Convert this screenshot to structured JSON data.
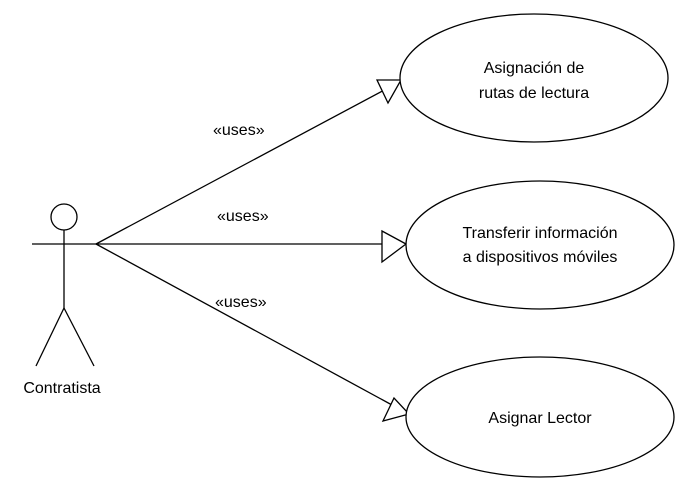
{
  "actor": {
    "name": "Contratista"
  },
  "use_cases": [
    {
      "id": "uc1",
      "line1": "Asignación de",
      "line2": "rutas de lectura"
    },
    {
      "id": "uc2",
      "line1": "Transferir información",
      "line2": "a dispositivos móviles"
    },
    {
      "id": "uc3",
      "line1": "Asignar Lector",
      "line2": ""
    }
  ],
  "relations": [
    {
      "from": "actor",
      "to": "uc1",
      "stereotype": "«uses»"
    },
    {
      "from": "actor",
      "to": "uc2",
      "stereotype": "«uses»"
    },
    {
      "from": "actor",
      "to": "uc3",
      "stereotype": "«uses»"
    }
  ]
}
